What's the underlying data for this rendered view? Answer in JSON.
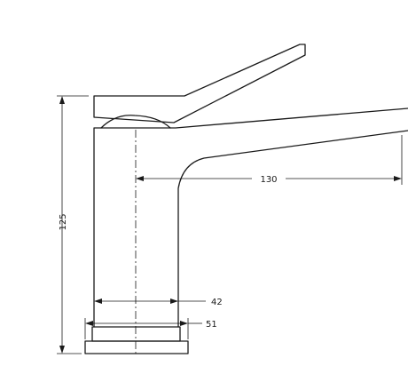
{
  "dimensions": {
    "height": "125",
    "reach": "130",
    "body_width": "42",
    "base_width": "51"
  }
}
